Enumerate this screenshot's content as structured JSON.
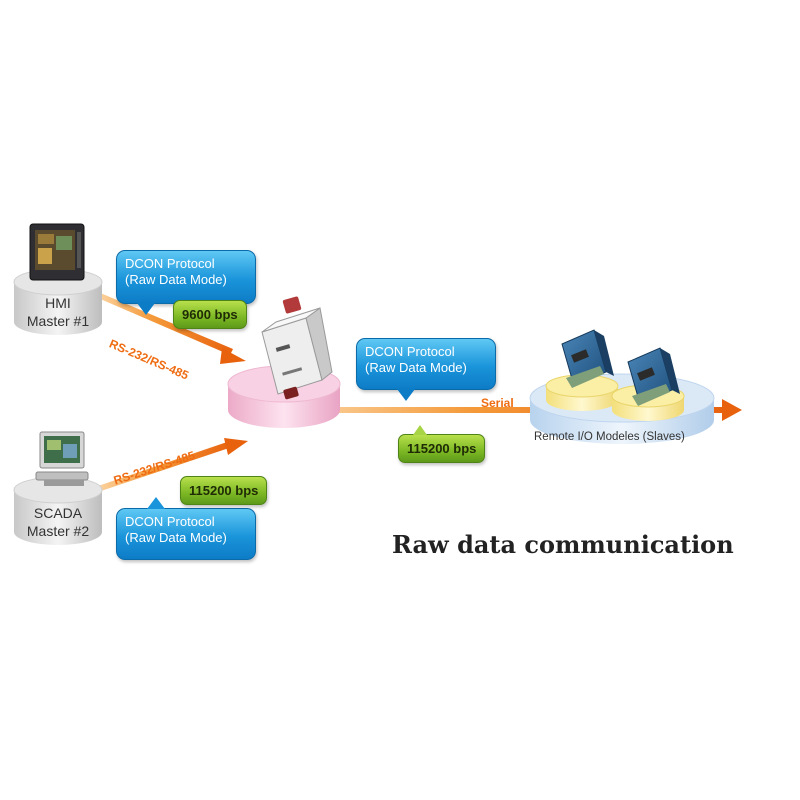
{
  "masters": [
    {
      "line1": "HMI",
      "line2": "Master #1"
    },
    {
      "line1": "SCADA",
      "line2": "Master #2"
    }
  ],
  "protocol_bubbles": [
    {
      "line1": "DCON Protocol",
      "line2": "(Raw Data Mode)"
    },
    {
      "line1": "DCON Protocol",
      "line2": "(Raw Data Mode)"
    },
    {
      "line1": "DCON Protocol",
      "line2": "(Raw Data Mode)"
    }
  ],
  "speeds": [
    "9600 bps",
    "115200 bps",
    "115200 bps"
  ],
  "links": [
    "RS-232/RS-485",
    "RS-232/RS-485",
    "Serial"
  ],
  "slaves_label": "Remote I/O Modeles (Slaves)",
  "title": "Raw data communication",
  "colors": {
    "arrow": "#f28a1c",
    "bubble": "#1a94da",
    "speed_box": "#8cc63f",
    "gateway_disc": "#f6c6dc",
    "slave_disc": "#cfe3f6",
    "module_base": "#fdf0a8"
  },
  "icons": [
    "hmi-touch-panel-icon",
    "scada-computer-icon",
    "gateway-converter-icon",
    "io-module-icon"
  ]
}
